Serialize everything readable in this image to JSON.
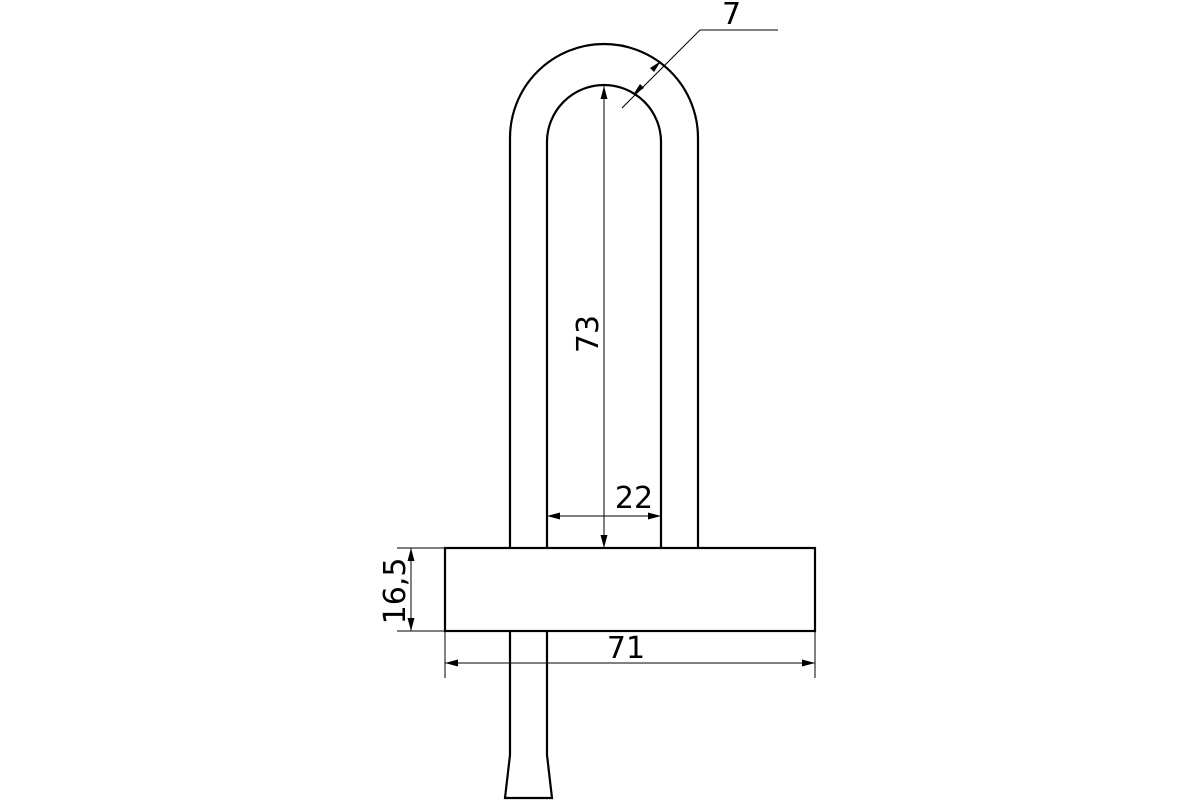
{
  "dimensions": {
    "wire_thickness": "7",
    "inner_height": "73",
    "inner_width": "22",
    "body_height": "16,5",
    "body_width": "71"
  },
  "colors": {
    "stroke": "#000000",
    "background": "#ffffff"
  }
}
